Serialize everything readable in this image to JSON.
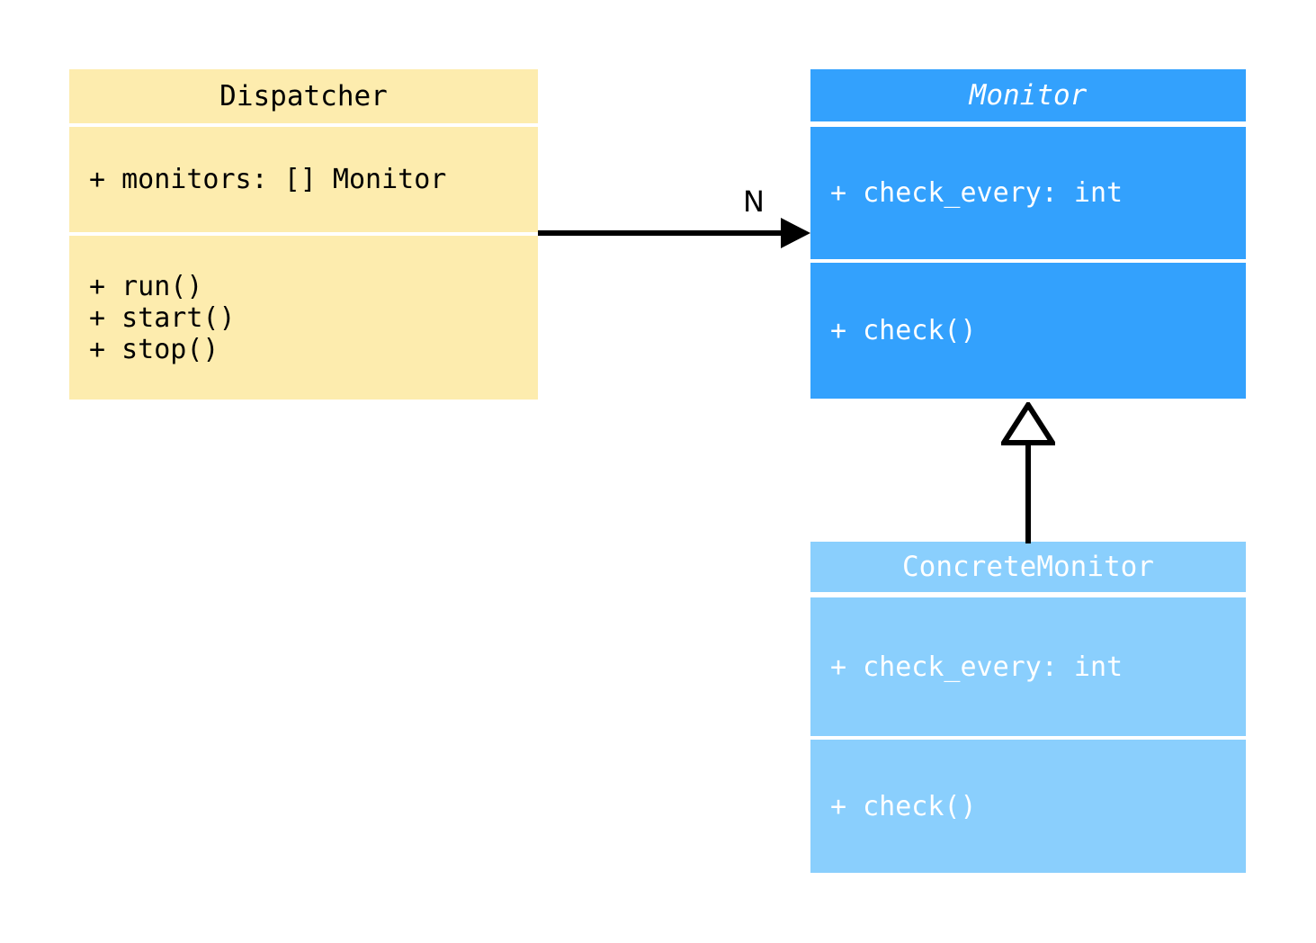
{
  "diagram": {
    "type": "uml-class-diagram",
    "background_color": "#ffffff",
    "classes": [
      {
        "id": "dispatcher",
        "name": "Dispatcher",
        "abstract": false,
        "fill_color": "#fdecae",
        "text_color": "#000000",
        "attributes": [
          "+ monitors: [] Monitor"
        ],
        "methods": [
          "+ run()",
          "+ start()",
          "+ stop()"
        ]
      },
      {
        "id": "monitor",
        "name": "Monitor",
        "abstract": true,
        "fill_color": "#33a1fd",
        "text_color": "#ffffff",
        "attributes": [
          "+ check_every: int"
        ],
        "methods": [
          "+ check()"
        ]
      },
      {
        "id": "concrete_monitor",
        "name": "ConcreteMonitor",
        "abstract": false,
        "fill_color": "#8acffd",
        "text_color": "#ffffff",
        "attributes": [
          "+ check_every: int"
        ],
        "methods": [
          "+ check()"
        ]
      }
    ],
    "relationships": [
      {
        "id": "dispatcher_to_monitor",
        "kind": "association",
        "from": "Dispatcher",
        "to": "Monitor",
        "multiplicity_label": "N",
        "line_color": "#000000"
      },
      {
        "id": "concrete_monitor_to_monitor",
        "kind": "generalization",
        "from": "ConcreteMonitor",
        "to": "Monitor",
        "line_color": "#000000",
        "arrowhead": "hollow-triangle"
      }
    ]
  }
}
